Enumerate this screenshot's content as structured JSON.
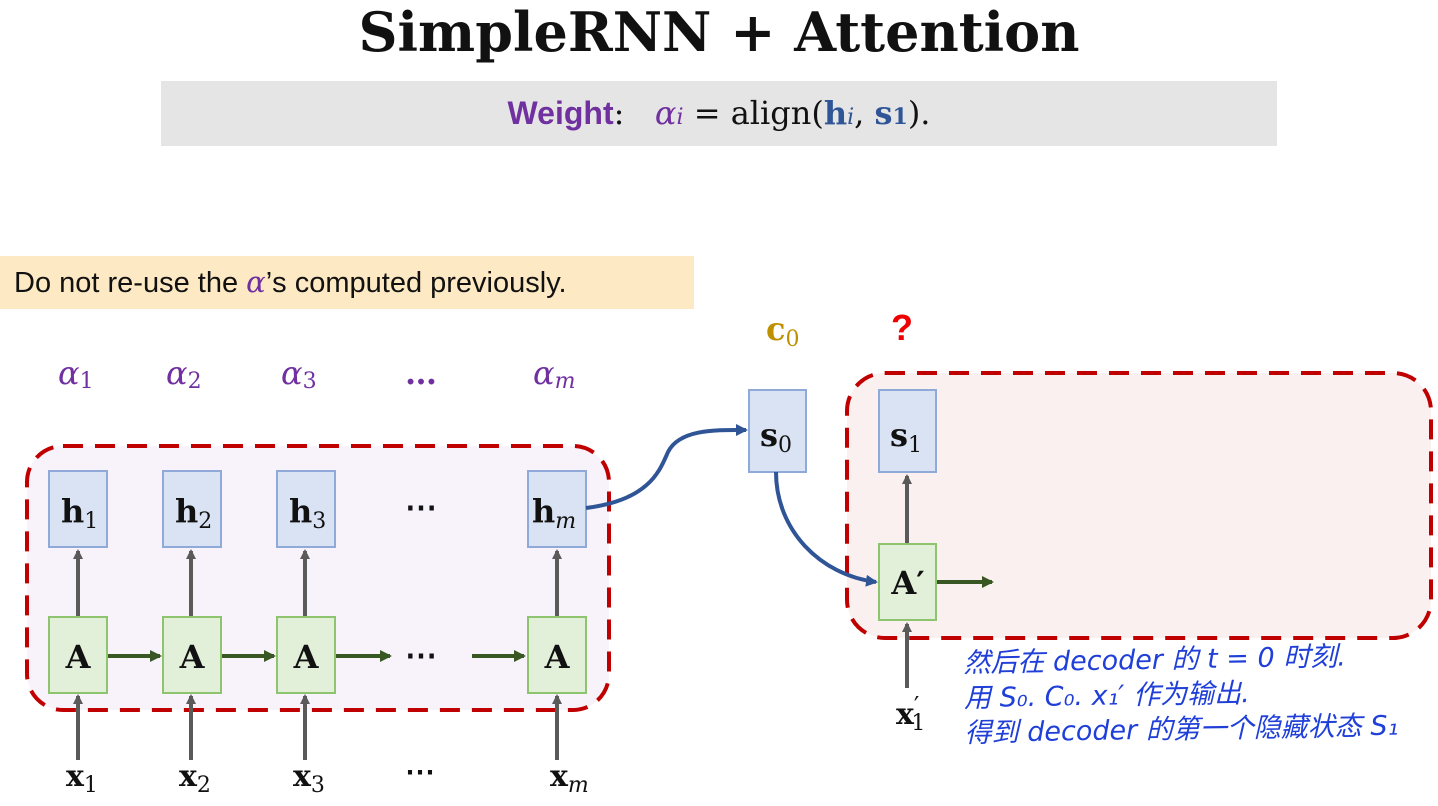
{
  "title": "SimpleRNN + Attention",
  "formula": {
    "label": "Weight",
    "colon": ":",
    "alpha": "α",
    "alpha_sub": "i",
    "eq": " = align(",
    "h": "h",
    "h_sub": "i",
    "comma": ", ",
    "s": "s",
    "s_sub": "1",
    "end": ")."
  },
  "note": {
    "before": "Do not re-use the ",
    "alpha": "α",
    "after": "’s computed previously."
  },
  "encoder": {
    "alphas": [
      {
        "sym": "α",
        "sub": "1"
      },
      {
        "sym": "α",
        "sub": "2"
      },
      {
        "sym": "α",
        "sub": "3"
      },
      {
        "sym": "…",
        "sub": ""
      },
      {
        "sym": "α",
        "sub": "m"
      }
    ],
    "hidden": [
      {
        "sym": "h",
        "sub": "1"
      },
      {
        "sym": "h",
        "sub": "2"
      },
      {
        "sym": "h",
        "sub": "3"
      },
      {
        "sym": "⋯",
        "sub": ""
      },
      {
        "sym": "h",
        "sub": "m"
      }
    ],
    "cell_label": "A",
    "ellipsis": "⋯",
    "inputs": [
      {
        "sym": "x",
        "sub": "1"
      },
      {
        "sym": "x",
        "sub": "2"
      },
      {
        "sym": "x",
        "sub": "3"
      },
      {
        "sym": "⋯",
        "sub": ""
      },
      {
        "sym": "x",
        "sub": "m"
      }
    ]
  },
  "decoder": {
    "context": {
      "sym": "c",
      "sub": "0"
    },
    "question": "?",
    "s0": {
      "sym": "s",
      "sub": "0"
    },
    "s1": {
      "sym": "s",
      "sub": "1"
    },
    "cell_label": "A′",
    "input": {
      "sym": "x",
      "prime": "′",
      "sub": "1"
    }
  },
  "annotation": [
    "然后在 decoder 的 t = 0 时刻.",
    "用 S₀. C₀. x₁′ 作为输出.",
    "得到 decoder 的第一个隐藏状态 S₁"
  ],
  "colors": {
    "purple": "#7030a0",
    "blue": "#2f5597",
    "gold": "#bf9000",
    "red": "#ee0000",
    "green_fill": "#e2efd9",
    "green_stroke": "#8fc46e",
    "blue_fill": "#dae3f3",
    "blue_stroke": "#8fa9d9",
    "dashed_red": "#c00000",
    "arrow_green": "#385723",
    "handwriting": "#1f3fd8"
  }
}
